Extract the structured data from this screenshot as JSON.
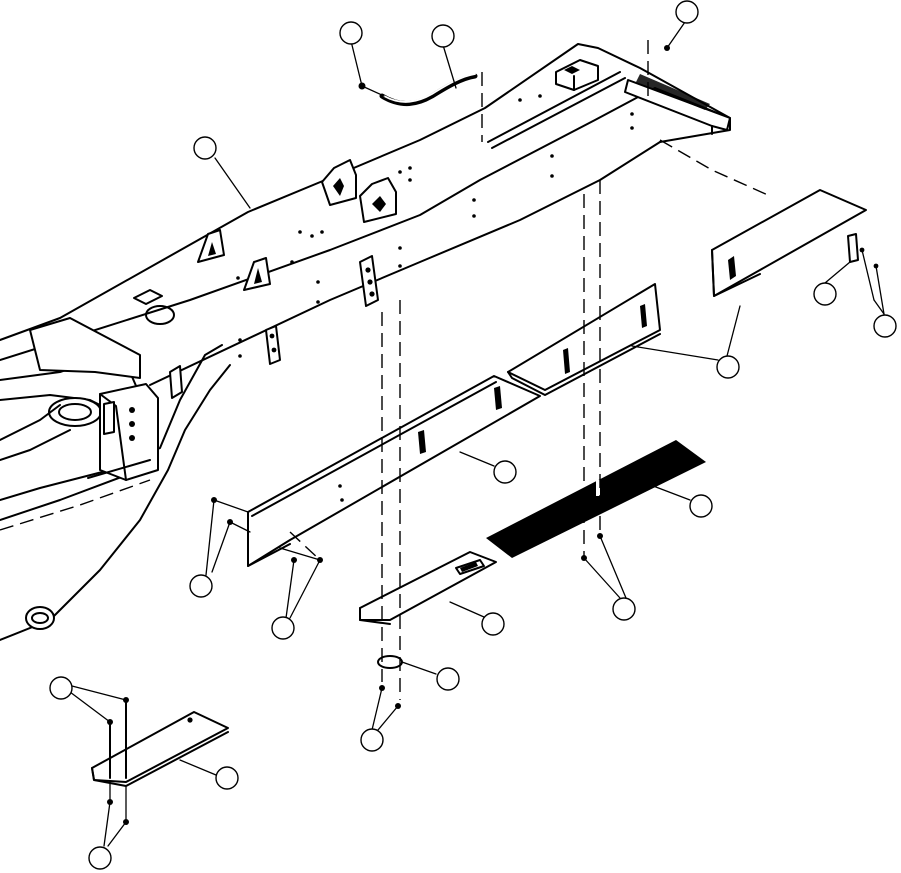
{
  "diagram": {
    "kind": "exploded-parts-view",
    "background": "#ffffff",
    "ink": "#000000"
  },
  "parts": [
    {
      "id": "boom"
    },
    {
      "id": "hose"
    },
    {
      "id": "hose-clamp"
    },
    {
      "id": "top-rear-screw"
    },
    {
      "id": "right-wear-plate"
    },
    {
      "id": "right-plate-hardware"
    },
    {
      "id": "long-wear-strip"
    },
    {
      "id": "side-wear-strip"
    },
    {
      "id": "side-strip-bolts"
    },
    {
      "id": "side-strip-nuts"
    },
    {
      "id": "anti-slip-pad"
    },
    {
      "id": "pad-fasteners"
    },
    {
      "id": "center-bottom-plate"
    },
    {
      "id": "spacer-washer"
    },
    {
      "id": "center-plate-bolts"
    },
    {
      "id": "lower-left-plate"
    },
    {
      "id": "lower-left-bolts"
    },
    {
      "id": "lower-left-nuts"
    }
  ]
}
